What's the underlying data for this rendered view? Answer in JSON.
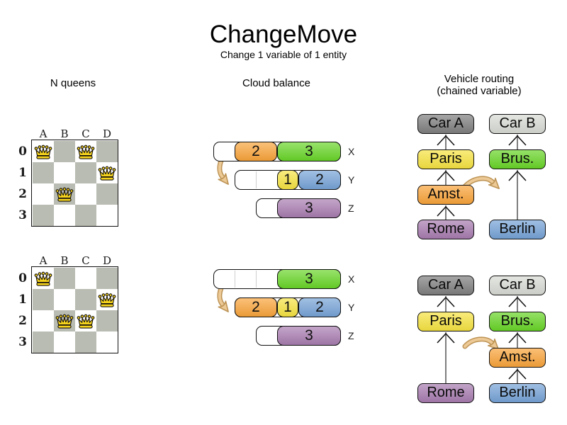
{
  "header": {
    "title": "ChangeMove",
    "subtitle": "Change 1 variable of 1 entity"
  },
  "sections": {
    "nqueens": {
      "title": "N queens"
    },
    "cloud": {
      "title": "Cloud balance"
    },
    "vehicle": {
      "title": "Vehicle routing",
      "subtitle": "(chained variable)"
    }
  },
  "colors": {
    "board_gray": "#b9bcb2",
    "queen_gold": "#f6d41e",
    "orange": "#f9a43a",
    "green": "#68d527",
    "yellow": "#f6e341",
    "blue": "#76a3d7",
    "purple": "#a87cb0",
    "carA": "#7f7f7f",
    "carB": "#d8dbd4",
    "chain_line": "#707070",
    "chevron": "#111111",
    "move_arrow_fill": "#ecc995",
    "move_arrow_stroke": "#bd9355"
  },
  "nqueens": {
    "columns": [
      "A",
      "B",
      "C",
      "D"
    ],
    "rows": [
      "0",
      "1",
      "2",
      "3"
    ],
    "boards": [
      {
        "queens": [
          "A0",
          "C0",
          "D1",
          "B2"
        ],
        "move": {
          "from": "C0",
          "to": "C2"
        }
      },
      {
        "queens": [
          "A0",
          "D1",
          "B2",
          "C2"
        ],
        "move": {
          "from": "C0",
          "to": "C2"
        }
      }
    ]
  },
  "cloud": {
    "groups": [
      {
        "rows": [
          {
            "label": "X",
            "start": 0,
            "units": 6,
            "blocks": [
              {
                "value": "2",
                "color": "orange",
                "start": 1,
                "units": 2
              },
              {
                "value": "3",
                "color": "green",
                "start": 3,
                "units": 3
              }
            ]
          },
          {
            "label": "Y",
            "start": 1,
            "units": 5,
            "blocks": [
              {
                "value": "1",
                "color": "yellow",
                "start": 3,
                "units": 1
              },
              {
                "value": "2",
                "color": "blue",
                "start": 4,
                "units": 2
              }
            ]
          },
          {
            "label": "Z",
            "start": 2,
            "units": 4,
            "blocks": [
              {
                "value": "3",
                "color": "purple",
                "start": 3,
                "units": 3
              }
            ]
          }
        ]
      },
      {
        "rows": [
          {
            "label": "X",
            "start": 0,
            "units": 6,
            "blocks": [
              {
                "value": "3",
                "color": "green",
                "start": 3,
                "units": 3
              }
            ]
          },
          {
            "label": "Y",
            "start": 1,
            "units": 5,
            "blocks": [
              {
                "value": "2",
                "color": "orange",
                "start": 1,
                "units": 2
              },
              {
                "value": "1",
                "color": "yellow",
                "start": 3,
                "units": 1
              },
              {
                "value": "2",
                "color": "blue",
                "start": 4,
                "units": 2
              }
            ]
          },
          {
            "label": "Z",
            "start": 2,
            "units": 4,
            "blocks": [
              {
                "value": "3",
                "color": "purple",
                "start": 3,
                "units": 3
              }
            ]
          }
        ]
      }
    ]
  },
  "vehicle": {
    "groups": [
      {
        "boxes": [
          {
            "label": "Car A",
            "color": "carA",
            "col": 0,
            "row": 0
          },
          {
            "label": "Car B",
            "color": "carB",
            "col": 1,
            "row": 0
          },
          {
            "label": "Paris",
            "color": "yellow",
            "col": 0,
            "row": 1
          },
          {
            "label": "Brus.",
            "color": "green",
            "col": 1,
            "row": 1
          },
          {
            "label": "Amst.",
            "color": "orange",
            "col": 0,
            "row": 2
          },
          {
            "label": "Rome",
            "color": "purple",
            "col": 0,
            "row": 3
          },
          {
            "label": "Berlin",
            "color": "blue",
            "col": 1,
            "row": 3
          }
        ],
        "links": [
          {
            "col": 0,
            "upper": 0,
            "lower": 1
          },
          {
            "col": 0,
            "upper": 1,
            "lower": 2
          },
          {
            "col": 0,
            "upper": 2,
            "lower": 3
          },
          {
            "col": 1,
            "upper": 0,
            "lower": 1
          },
          {
            "col": 1,
            "upper": 1,
            "lower": 3
          }
        ],
        "move": {
          "entity": "Amst.",
          "from": "Car A chain",
          "to": "Car B chain"
        }
      },
      {
        "boxes": [
          {
            "label": "Car A",
            "color": "carA",
            "col": 0,
            "row": 0
          },
          {
            "label": "Car B",
            "color": "carB",
            "col": 1,
            "row": 0
          },
          {
            "label": "Paris",
            "color": "yellow",
            "col": 0,
            "row": 1
          },
          {
            "label": "Brus.",
            "color": "green",
            "col": 1,
            "row": 1
          },
          {
            "label": "Amst.",
            "color": "orange",
            "col": 1,
            "row": 2
          },
          {
            "label": "Rome",
            "color": "purple",
            "col": 0,
            "row": 3
          },
          {
            "label": "Berlin",
            "color": "blue",
            "col": 1,
            "row": 3
          }
        ],
        "links": [
          {
            "col": 0,
            "upper": 0,
            "lower": 1
          },
          {
            "col": 0,
            "upper": 1,
            "lower": 3
          },
          {
            "col": 1,
            "upper": 0,
            "lower": 1
          },
          {
            "col": 1,
            "upper": 1,
            "lower": 2
          },
          {
            "col": 1,
            "upper": 2,
            "lower": 3
          }
        ],
        "move": {
          "entity": "Amst.",
          "from": "Car A chain",
          "to": "Car B chain"
        }
      }
    ]
  }
}
